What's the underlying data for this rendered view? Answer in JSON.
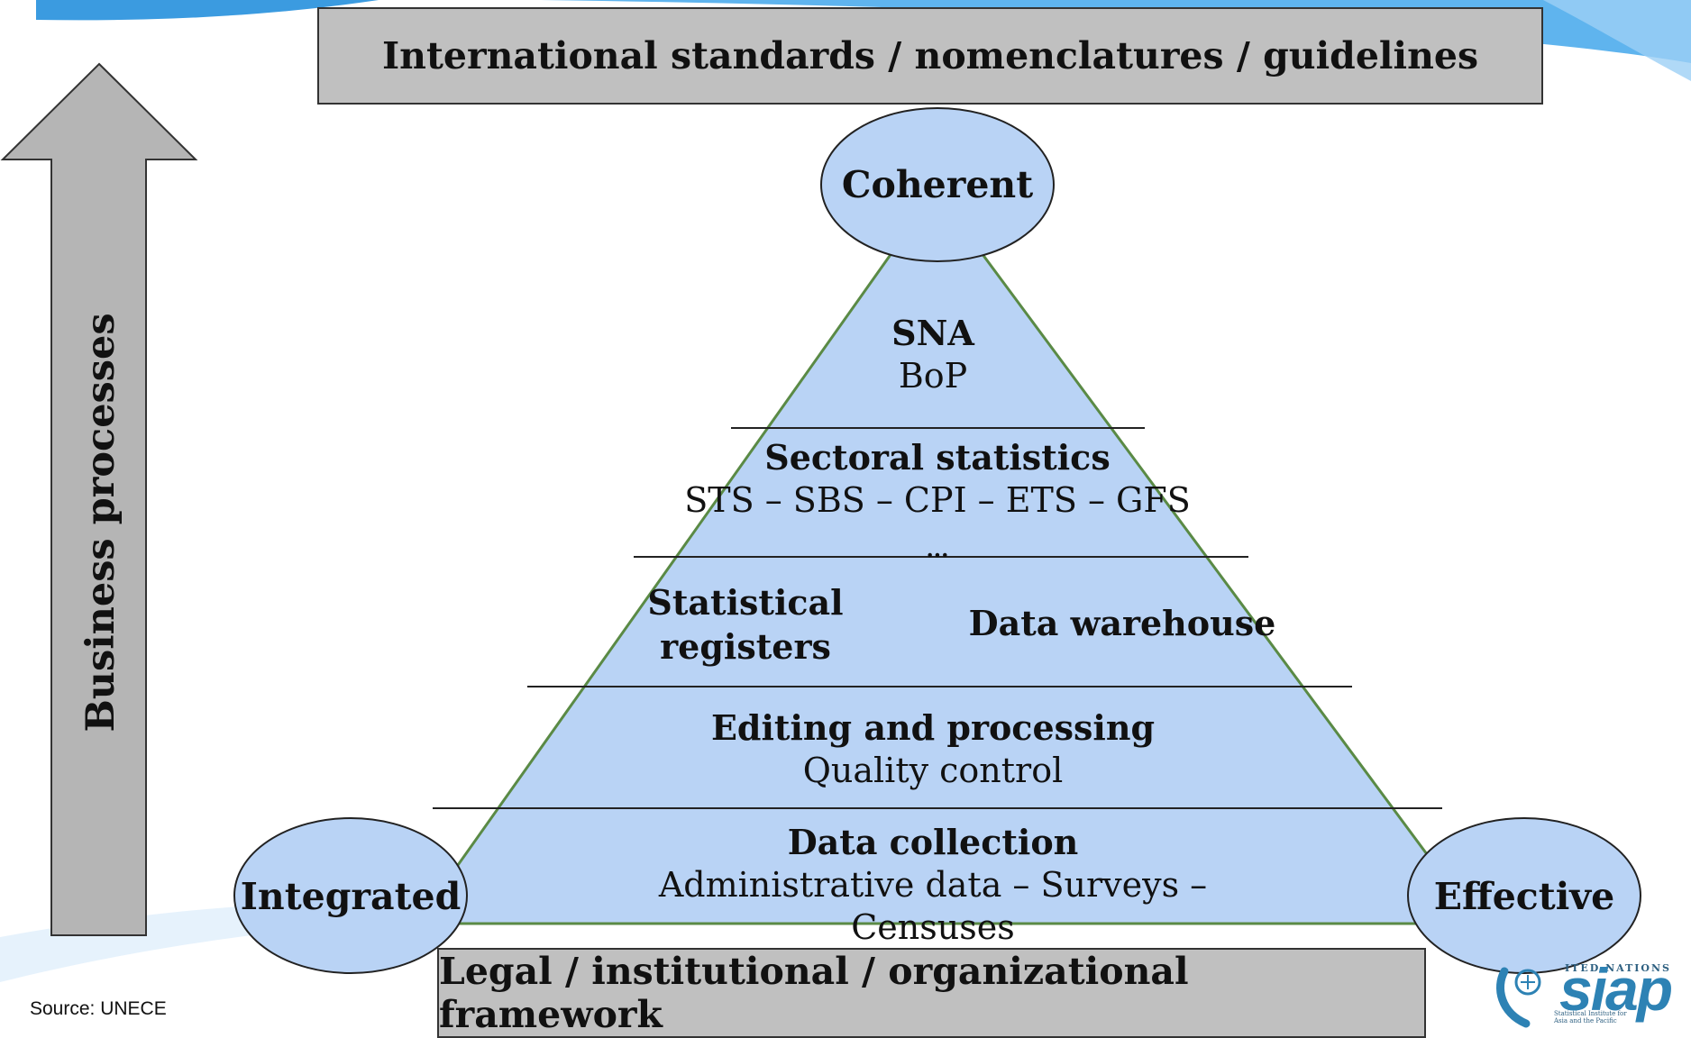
{
  "top_banner": "International standards / nomenclatures / guidelines",
  "bottom_banner": "Legal / institutional / organizational framework",
  "side_arrow_label": "Business processes",
  "corners": {
    "top": "Coherent",
    "left": "Integrated",
    "right": "Effective"
  },
  "tiers": {
    "sna": {
      "title": "SNA",
      "sub": "BoP"
    },
    "sectoral": {
      "title": "Sectoral statistics",
      "sub": "STS – SBS – CPI – ETS – GFS",
      "ellipsis": "..."
    },
    "registers": {
      "left_line1": "Statistical",
      "left_line2": "registers",
      "right": "Data warehouse"
    },
    "editing": {
      "title": "Editing and processing",
      "sub": "Quality control"
    },
    "collection": {
      "title": "Data collection",
      "sub": "Administrative data – Surveys – Censuses"
    }
  },
  "source": "Source: UNECE",
  "logo": {
    "top_text": "ITED NATIONS",
    "word": "siap",
    "sub": "Statistical Institute for Asia and the Pacific"
  },
  "colors": {
    "tier_fill": "#b9d3f5",
    "pyramid_edge": "#5a8a45",
    "banner_fill": "#c0c0c0",
    "arrow_fill": "#b5b5b5",
    "accent_blue": "#2d82b4"
  }
}
